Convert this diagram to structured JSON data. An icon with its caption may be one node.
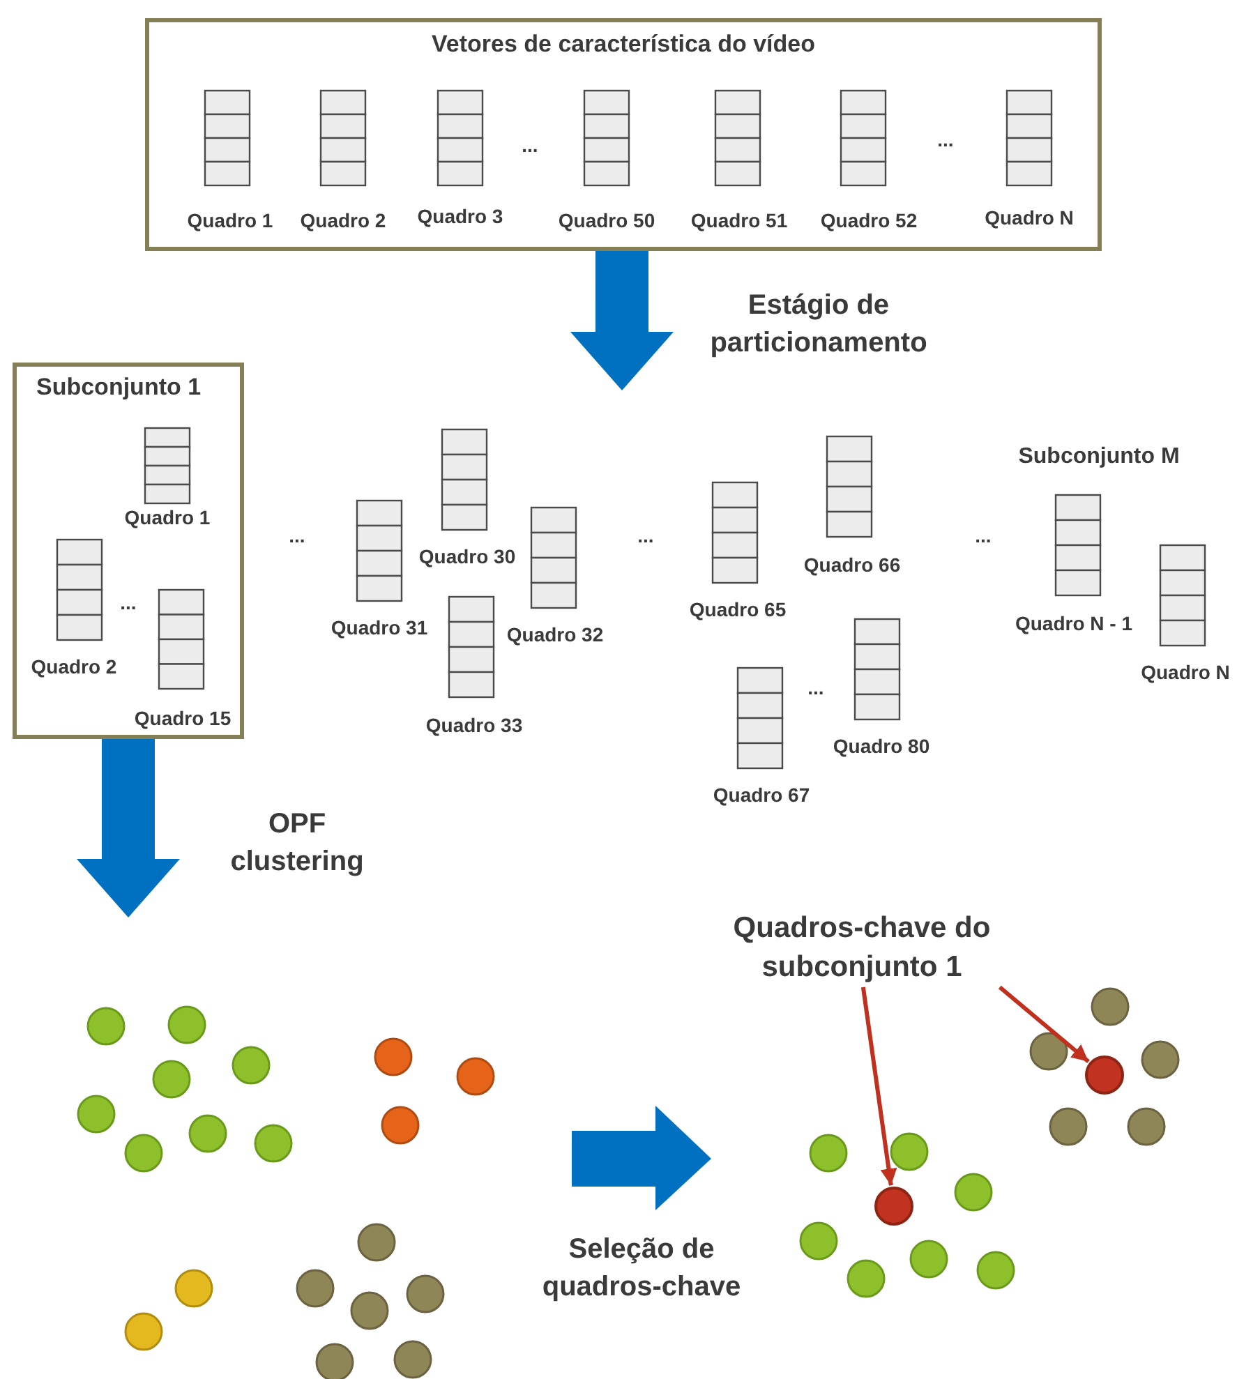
{
  "diagram": {
    "nodes": [
      {
        "text": [
          "Vetores de característica do vídeo"
        ]
      },
      {
        "text": [
          "Quadro 1"
        ],
        "in": 0
      },
      {
        "text": [
          "Quadro 2"
        ],
        "in": 0
      },
      {
        "text": [
          "Quadro 3"
        ],
        "in": 0
      },
      {
        "text": [
          "Quadro 50"
        ],
        "in": 0
      },
      {
        "text": [
          "Quadro 51"
        ],
        "in": 0
      },
      {
        "text": [
          "Quadro 52"
        ],
        "in": 0
      },
      {
        "text": [
          "Quadro N"
        ],
        "in": 0
      },
      {
        "text": [
          "Subconjunto 1"
        ]
      },
      {
        "text": [
          "Quadro 1"
        ],
        "in": 8
      },
      {
        "text": [
          "Quadro 2"
        ],
        "in": 8
      },
      {
        "text": [
          "Quadro 15"
        ],
        "in": 8
      },
      {
        "text": [
          "Quadro 31"
        ]
      },
      {
        "text": [
          "Quadro 30"
        ]
      },
      {
        "text": [
          "Quadro 32"
        ]
      },
      {
        "text": [
          "Quadro 33"
        ]
      },
      {
        "text": [
          "Quadro 65"
        ]
      },
      {
        "text": [
          "Quadro 66"
        ]
      },
      {
        "text": [
          "Quadro 67"
        ]
      },
      {
        "text": [
          "Quadro 80"
        ]
      },
      {
        "text": [
          "Quadro N - 1"
        ]
      },
      {
        "text": [
          "Quadro N"
        ]
      },
      {
        "text": [
          "Quadros-chave do subconjunto 1"
        ]
      },
      {
        "text": [],
        "shape": "circle"
      },
      {
        "text": [],
        "shape": "circle"
      }
    ],
    "edges": [
      {
        "from": 0,
        "to": null,
        "arrow": "to",
        "label": "Estágio de particionamento",
        "style": "thick",
        "color": "#0070c0"
      },
      {
        "from": 8,
        "to": null,
        "arrow": "to",
        "label": "OPF clustering",
        "style": "thick",
        "color": "#0070c0"
      },
      {
        "from": 22,
        "to": 23,
        "arrow": "to",
        "color": "#c0301f"
      },
      {
        "from": 22,
        "to": 24,
        "arrow": "to",
        "color": "#c0301f"
      }
    ],
    "labels": [
      "...",
      "...",
      "...",
      "...",
      "...",
      "...",
      "...",
      "Subconjunto M",
      "Seleção de quadros-chave"
    ]
  }
}
